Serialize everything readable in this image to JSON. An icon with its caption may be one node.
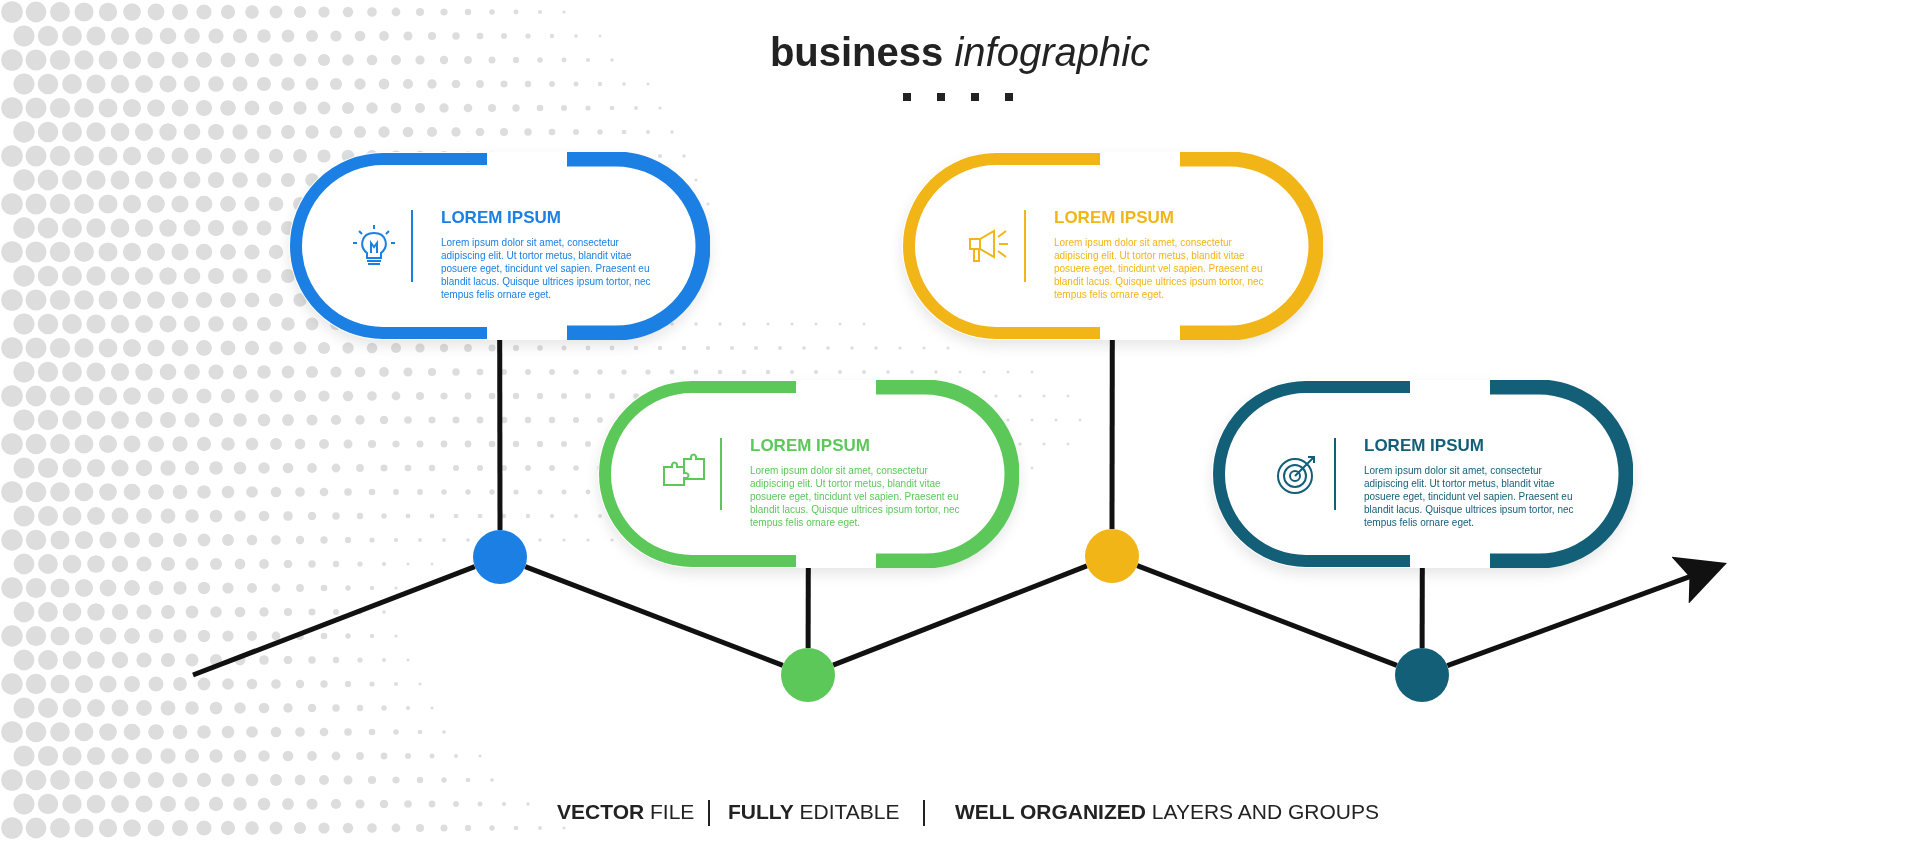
{
  "diagram": {
    "title": "**business** infographic",
    "nodes": [
      {
        "text": [
          "LOREM IPSUM",
          "Lorem ipsum dolor sit amet, consectetur adipiscing elit. Ut tortor metus, blandit vitae posuere eget, tincidunt vel sapien. Praesent eu blandit lacus. Quisque ultrices ipsum tortor, nec tempus felis ornare eget."
        ]
      },
      {
        "text": [],
        "shape": "circle"
      },
      {
        "text": [
          "LOREM IPSUM",
          "Lorem ipsum dolor sit amet, consectetur adipiscing elit. Ut tortor metus, blandit vitae posuere eget, tincidunt vel sapien. Praesent eu blandit lacus. Quisque ultrices ipsum tortor, nec tempus felis ornare eget."
        ]
      },
      {
        "text": [],
        "shape": "circle"
      },
      {
        "text": [
          "LOREM IPSUM",
          "Lorem ipsum dolor sit amet, consectetur adipiscing elit. Ut tortor metus, blandit vitae posuere eget, tincidunt vel sapien. Praesent eu blandit lacus. Quisque ultrices ipsum tortor, nec tempus felis ornare eget."
        ]
      },
      {
        "text": [],
        "shape": "circle"
      },
      {
        "text": [
          "LOREM IPSUM",
          "Lorem ipsum dolor sit amet, consectetur adipiscing elit. Ut tortor metus, blandit vitae posuere eget, tincidunt vel sapien. Praesent eu blandit lacus. Quisque ultrices ipsum tortor, nec tempus felis ornare eget."
        ]
      },
      {
        "text": [],
        "shape": "circle"
      }
    ],
    "edges": [
      {
        "from": 0,
        "to": 1,
        "arrow": "none"
      },
      {
        "from": 2,
        "to": 3,
        "arrow": "none"
      },
      {
        "from": 4,
        "to": 5,
        "arrow": "none"
      },
      {
        "from": 6,
        "to": 7,
        "arrow": "none"
      },
      {
        "from": null,
        "to": 1,
        "arrow": "none"
      },
      {
        "from": 1,
        "to": 3,
        "arrow": "none"
      },
      {
        "from": 3,
        "to": 5,
        "arrow": "none"
      },
      {
        "from": 5,
        "to": 7,
        "arrow": "none"
      },
      {
        "from": 7,
        "to": null,
        "arrow": "to"
      }
    ],
    "labels": [
      "**VECTOR** FILE",
      "**FULLY** EDITABLE",
      "**WELL ORGANIZED** LAYERS AND GROUPS"
    ]
  }
}
